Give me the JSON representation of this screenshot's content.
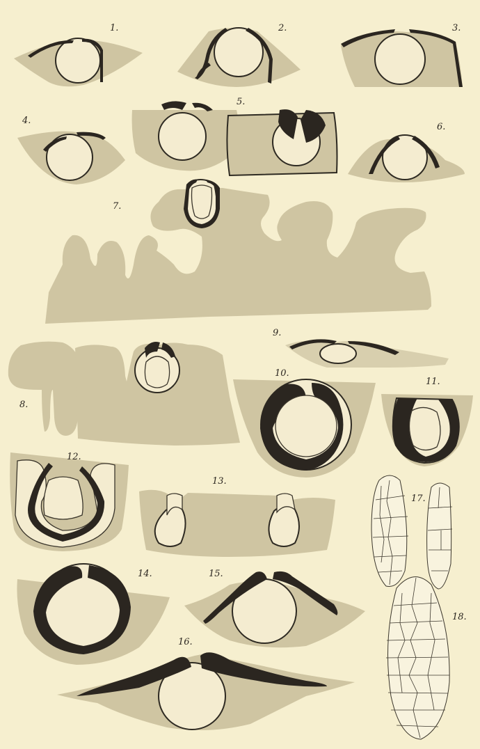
{
  "figure_numbers": [
    "1.",
    "2.",
    "3.",
    "4.",
    "5.",
    "6.",
    "7.",
    "8.",
    "9.",
    "10.",
    "11.",
    "12.",
    "13.",
    "14.",
    "15.",
    "16.",
    "17.",
    "18."
  ],
  "colors": {
    "paper": "#f6efcf",
    "tissue": "#cfc5a2",
    "dark_layer": "#2b2620",
    "line": "#2e2a22"
  }
}
